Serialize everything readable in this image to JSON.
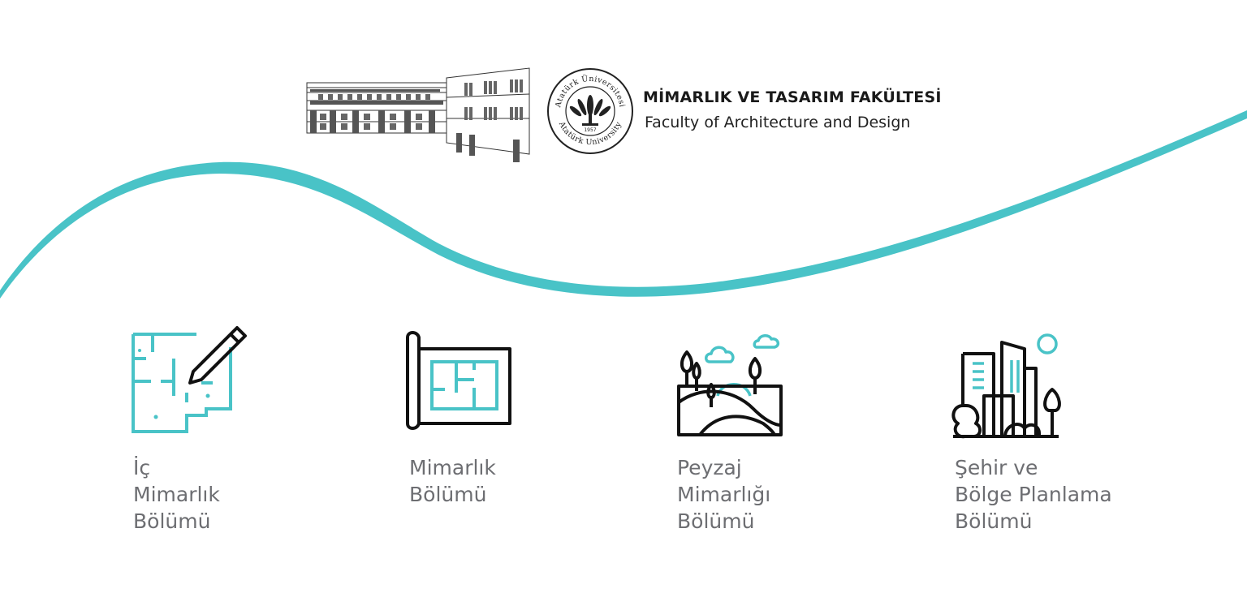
{
  "colors": {
    "accent": "#49c3c7",
    "ink": "#111111",
    "label": "#6d6e72"
  },
  "header": {
    "title": "MİMARLIK VE TASARIM FAKÜLTESİ",
    "subtitle": "Faculty of Architecture and Design",
    "seal_text_top": "Atatürk Üniversitesi",
    "seal_text_bottom": "Atatürk University",
    "seal_year": "1957"
  },
  "departments": [
    {
      "icon": "floor-plan-pencil-icon",
      "lines": [
        "İç",
        "Mimarlık",
        "Bölümü"
      ]
    },
    {
      "icon": "blueprint-icon",
      "lines": [
        "Mimarlık",
        "Bölümü"
      ]
    },
    {
      "icon": "landscape-icon",
      "lines": [
        "Peyzaj",
        "Mimarlığı",
        "Bölümü"
      ]
    },
    {
      "icon": "city-buildings-icon",
      "lines": [
        "Şehir ve",
        "Bölge Planlama",
        "Bölümü"
      ]
    }
  ]
}
